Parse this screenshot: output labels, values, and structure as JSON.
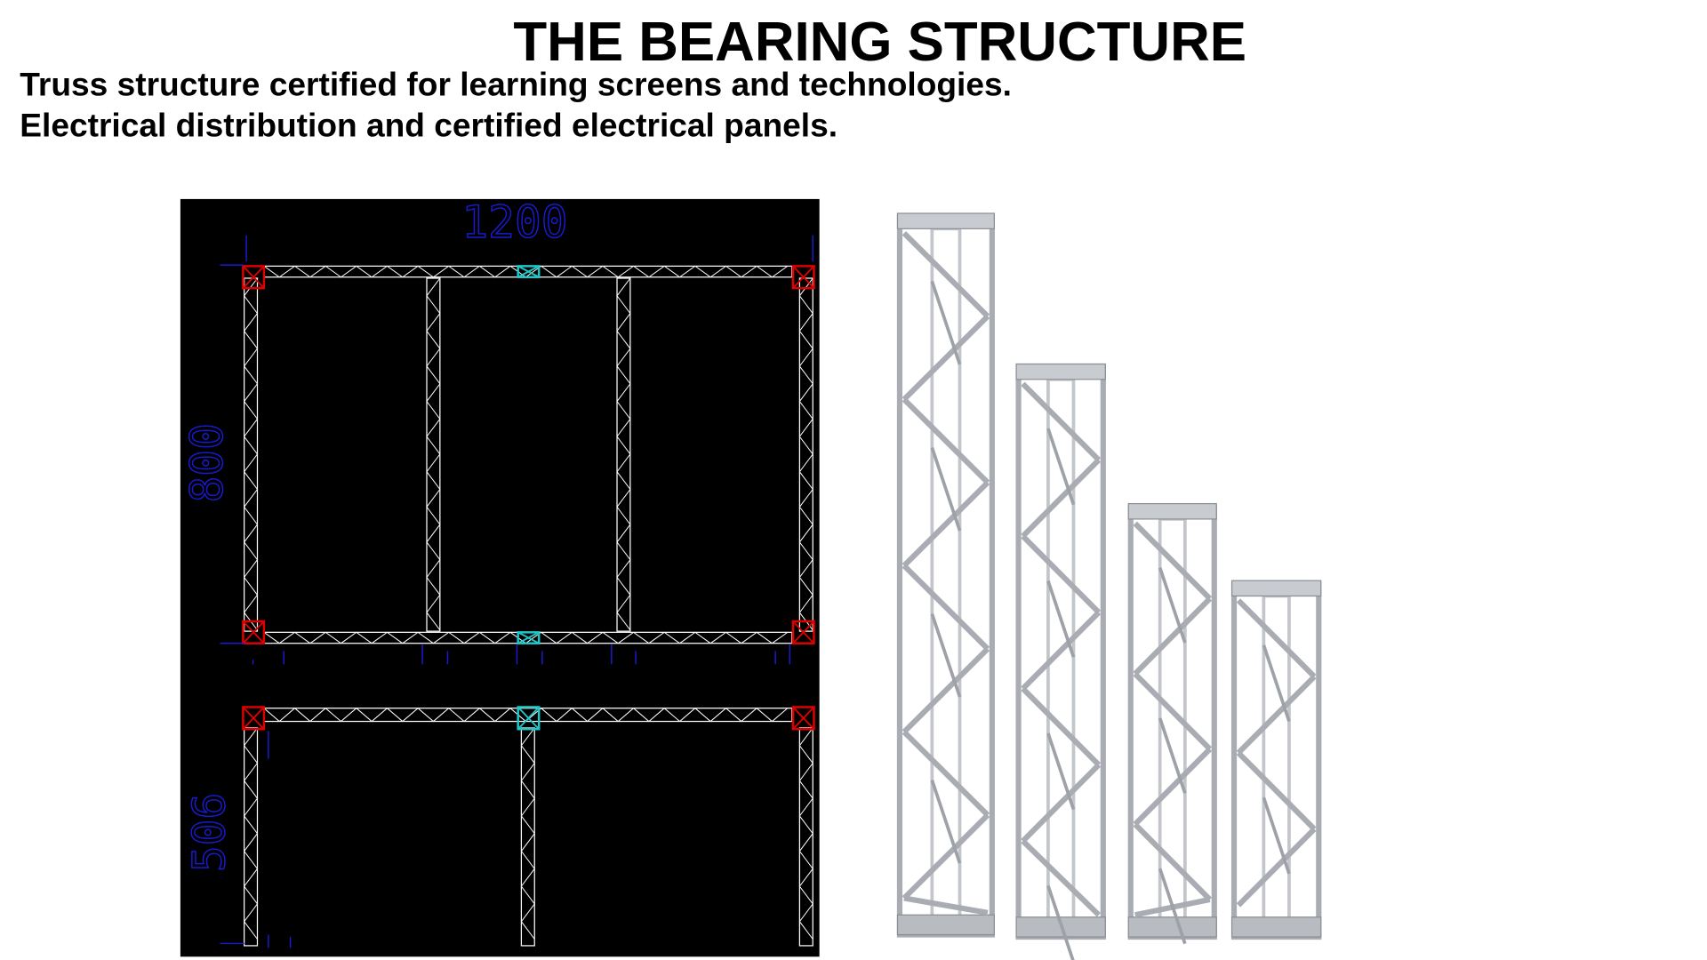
{
  "header": {
    "title": "THE BEARING STRUCTURE",
    "lines": [
      "Truss structure certified for learning screens and technologies.",
      "Electrical distribution and certified electrical panels."
    ]
  },
  "drawing": {
    "width_label": "1200",
    "height_label_upper": "800",
    "height_label_lower": "506",
    "colors": {
      "background": "#000000",
      "truss": "#ffffff",
      "corner": "#e00000",
      "joint": "#1fc8c8",
      "dimension": "#1a1ad0"
    }
  },
  "photo": {
    "tower_count": 4,
    "color": "#a9adb3"
  }
}
